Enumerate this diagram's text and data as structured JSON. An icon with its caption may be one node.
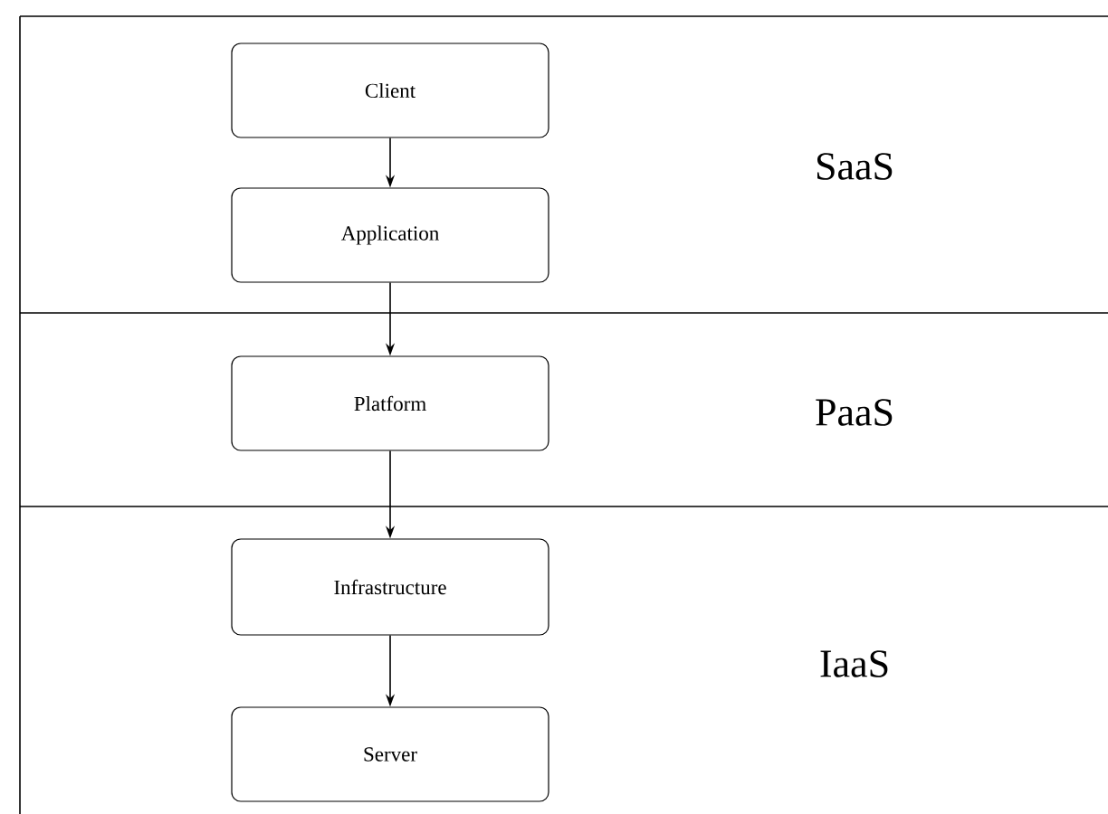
{
  "diagram": {
    "nodes": [
      {
        "text": [
          "SaaS"
        ]
      },
      {
        "text": [
          "Client"
        ],
        "in": 0
      },
      {
        "text": [
          "Application"
        ],
        "in": 0
      },
      {
        "text": [
          "PaaS"
        ]
      },
      {
        "text": [
          "Platform"
        ],
        "in": 3
      },
      {
        "text": [
          "IaaS"
        ]
      },
      {
        "text": [
          "Infrastructure"
        ],
        "in": 5
      },
      {
        "text": [
          "Server"
        ],
        "in": 5
      }
    ],
    "edges": [
      {
        "from": 1,
        "to": 2,
        "arrow": "to"
      },
      {
        "from": 2,
        "to": 4,
        "arrow": "to"
      },
      {
        "from": 4,
        "to": 6,
        "arrow": "to"
      },
      {
        "from": 6,
        "to": 7,
        "arrow": "to"
      }
    ]
  }
}
